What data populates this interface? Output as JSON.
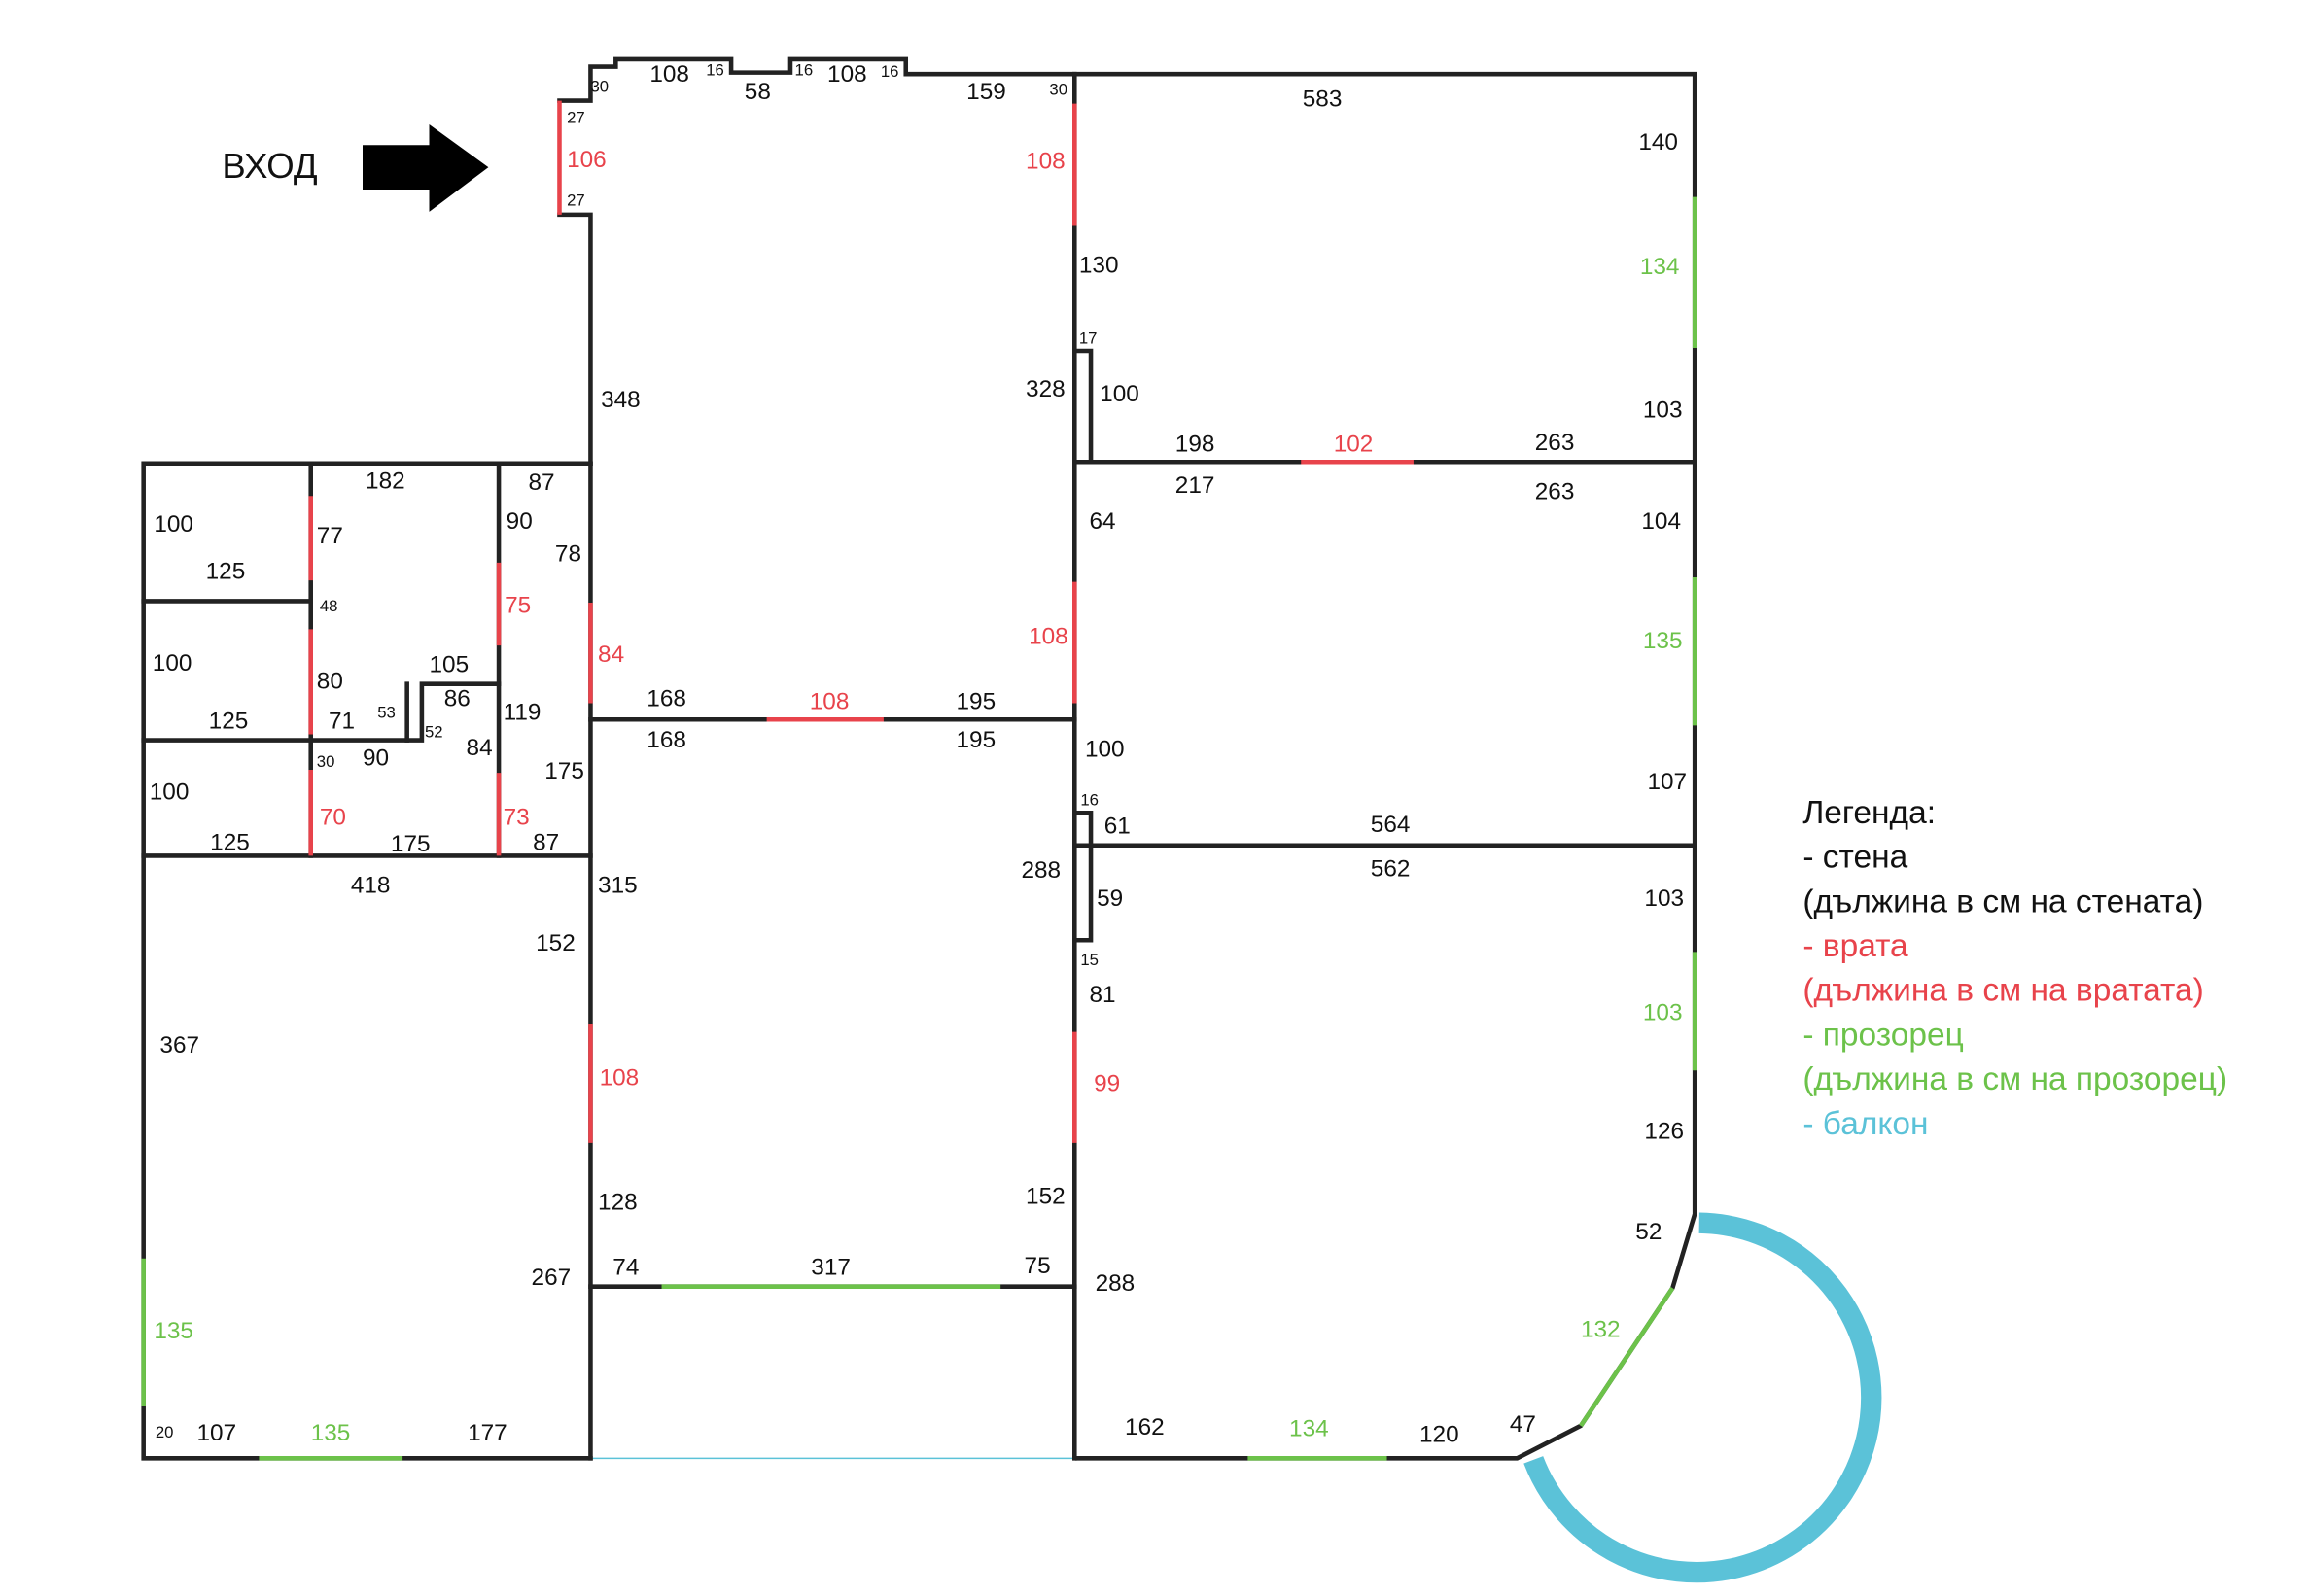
{
  "entrance": {
    "label": "ВХОД",
    "icon": "arrow-right-icon"
  },
  "colors": {
    "wall": "#222222",
    "door": "#e8434b",
    "window": "#6cc24a",
    "balcony": "#5bc2d8"
  },
  "labels": {
    "walls": [
      "30",
      "108",
      "16",
      "58",
      "16",
      "108",
      "16",
      "159",
      "30",
      "583",
      "140",
      "27",
      "27",
      "130",
      "17",
      "100",
      "328",
      "348",
      "103",
      "198",
      "263",
      "217",
      "263",
      "104",
      "64",
      "182",
      "87",
      "100",
      "90",
      "77",
      "78",
      "125",
      "48",
      "105",
      "100",
      "80",
      "168",
      "195",
      "86",
      "71",
      "53",
      "119",
      "125",
      "52",
      "168",
      "195",
      "84",
      "30",
      "90",
      "100",
      "107",
      "175",
      "100",
      "16",
      "61",
      "564",
      "125",
      "175",
      "87",
      "562",
      "288",
      "418",
      "315",
      "103",
      "59",
      "152",
      "15",
      "81",
      "367",
      "126",
      "128",
      "152",
      "52",
      "74",
      "317",
      "75",
      "267",
      "288",
      "47",
      "162",
      "120",
      "20",
      "107",
      "177"
    ],
    "doors": [
      "106",
      "108",
      "102",
      "75",
      "84",
      "108",
      "108",
      "70",
      "73",
      "108",
      "99"
    ],
    "windows": [
      "134",
      "135",
      "103",
      "132",
      "135",
      "135",
      "134"
    ]
  },
  "legend": {
    "title": "Легенда:",
    "wall": "- стена",
    "wall_note": "(дължина в см на стената)",
    "door": "- врата",
    "door_note": "(дължина в см на вратата)",
    "window": "- прозорец",
    "window_note": "(дължина в см на прозорец)",
    "balcony": "- балкон"
  }
}
